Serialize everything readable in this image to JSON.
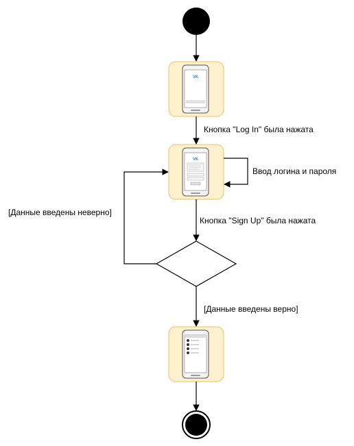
{
  "diagram": {
    "labels": {
      "login_pressed": "Кнопка \"Log In\" была нажата",
      "enter_credentials": "Ввод логина и пароля",
      "invalid_data": "[Данные введены неверно]",
      "signup_pressed": "Кнопка \"Sign Up\" была нажата",
      "valid_data": "[Данные введены верно]"
    },
    "screens": {
      "start_logo": "VK",
      "login_logo": "VK"
    },
    "colors": {
      "activity_fill": "#fdf0cc",
      "activity_stroke": "#e8c46a",
      "node": "#000000"
    }
  }
}
